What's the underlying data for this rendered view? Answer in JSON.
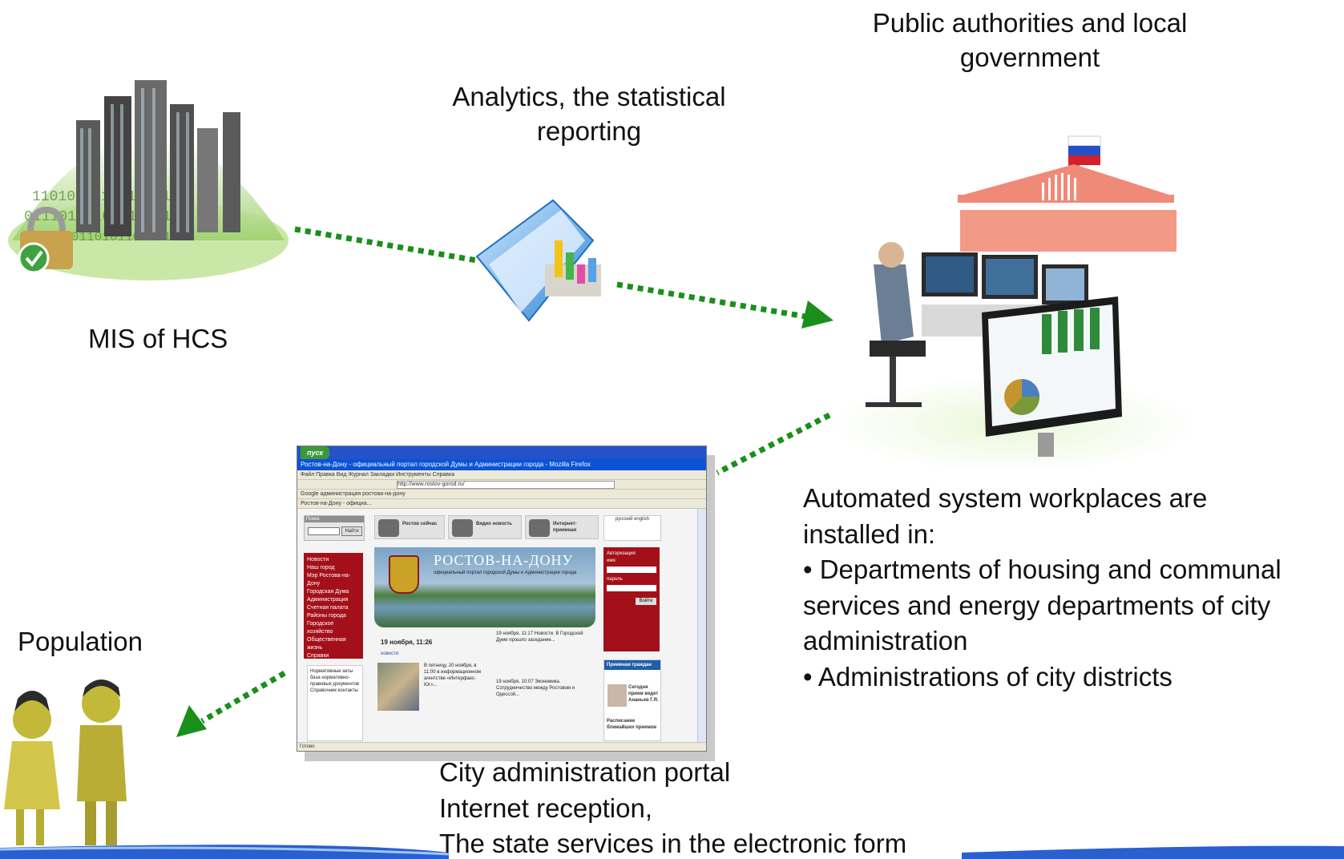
{
  "labels": {
    "public_authorities": "Public authorities and local government",
    "analytics": "Analytics, the statistical reporting",
    "mis": "MIS of HCS",
    "population": "Population",
    "portal_caption_1": "City administration portal",
    "portal_caption_2": "Internet reception,",
    "portal_caption_3": "The state services in the electronic form"
  },
  "workplaces": {
    "intro_1": "Automated system workplaces are",
    "intro_2": "installed in:",
    "bullet_1a": "• Departments of housing and communal",
    "bullet_1b": "services and energy departments of city",
    "bullet_1c": "administration",
    "bullet_2": "• Administrations of city districts"
  },
  "portal": {
    "taskbar_start": "пуск",
    "window_title": "Ростов-на-Дону - официальный портал городской Думы и Администрации города - Mozilla Firefox",
    "menu": "Файл  Правка  Вид  Журнал  Закладки  Инструменты  Справка",
    "url": "http://www.rostov-gorod.ru/",
    "google_bar": "Google  администрация ростова-на-дону",
    "tab": "Ростов-на-Дону - официа...",
    "search_header": "Поиск",
    "search_button": "Найти",
    "nav_1": "Ростов сейчас",
    "nav_2": "Видео новость",
    "nav_3": "Интернет-приемная",
    "lang": "русский english",
    "left_menu": "Новости\nНаш город\nМэр Ростова-на-Дону\nГородская Дума\nАдминистрация\nСчетная палата\nРайоны города\nГородское хозяйство\nОбщественная жизнь\nСправки",
    "banner_title": "РОСТОВ-НА-ДОНУ",
    "banner_sub": "официальный портал городской Думы и Администрации города",
    "auth_title": "Авторизация",
    "auth_name": "имя",
    "auth_password": "пароль",
    "auth_button": "Войти",
    "date": "19 ноября, 11:26",
    "news_link": "новости",
    "left_box": "Нормативные акты  база нормативно-правовых документов  Справочник контакты",
    "news_1": "19 ноября, 11:17 Новости. В Городской Думе прошло заседание...",
    "news_2": "В пятницу, 20 ноября, в 11:00 в информационном агентстве «Интерфакс-Юг»...",
    "news_3": "19 ноября, 10:07 Экономика. Сотрудничество между Ростовом и Одессой...",
    "reception_header": "Приемная граждан",
    "reception_text": "Сегодня прием ведет Ананьев Г.Я.",
    "reception_sched": "Расписание ближайших приемов",
    "status": "Готово"
  }
}
